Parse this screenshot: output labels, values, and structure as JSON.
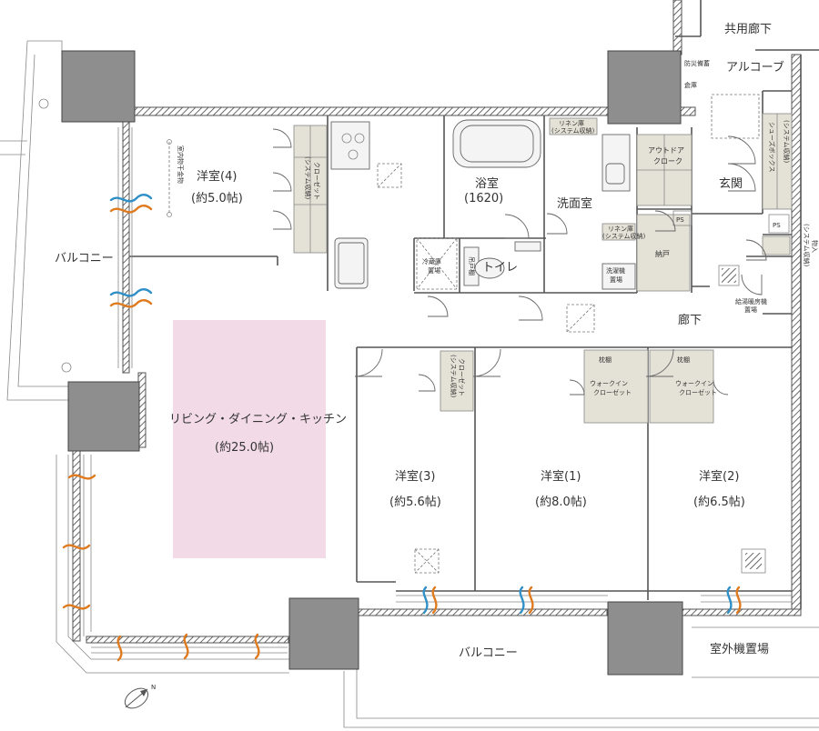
{
  "rooms": {
    "western4": {
      "name": "洋室(4)",
      "size": "(約5.0帖)"
    },
    "ldk": {
      "name": "リビング・ダイニング・キッチン",
      "size": "(約25.0帖)",
      "color": "#f2dbe6"
    },
    "western3": {
      "name": "洋室(3)",
      "size": "(約5.6帖)"
    },
    "western1": {
      "name": "洋室(1)",
      "size": "(約8.0帖)"
    },
    "western2": {
      "name": "洋室(2)",
      "size": "(約6.5帖)"
    },
    "bath": {
      "name": "浴室",
      "size": "(1620)"
    },
    "washroom": "洗面室",
    "toilet": "トイレ",
    "entrance": "玄関",
    "hallway": "廊下",
    "pantry": "納戸",
    "outdoor_cloak": [
      "アウトドア",
      "クローク"
    ]
  },
  "labels": {
    "common_corridor": "共用廊下",
    "alcove": "アルコーブ",
    "balcony_left": "バルコニー",
    "balcony_bottom": "バルコニー",
    "outdoor_unit": "室外機置場",
    "disaster_store": [
      "防災備蓄",
      "倉庫"
    ],
    "ps1": "PS",
    "ps2": "PS",
    "fridge": [
      "冷蔵庫",
      "置場"
    ],
    "laundry": [
      "洗濯機",
      "置場"
    ],
    "water_heater": [
      "給湯暖房機",
      "置場"
    ],
    "indoor_dry": "室内物干金物",
    "closet_sys": [
      "クローゼット",
      "(システム収納)"
    ],
    "linen_top": [
      "リネン庫",
      "(システム収納)"
    ],
    "linen_mid": [
      "リネン庫",
      "(システム収納)"
    ],
    "shoes_box": [
      "シューズボックス",
      "(システム収納)"
    ],
    "storage_sys": [
      "物入",
      "(システム収納)"
    ],
    "pillow_shelf": "枕棚",
    "walkin": [
      "ウォークイン",
      "クローゼット"
    ],
    "shelf_toilet": "吊戸棚"
  },
  "colors": {
    "column": "#8e8e8e",
    "storage": "#e4e2d6",
    "wind_blue": "#2f8fc7",
    "wind_orange": "#e07a1f"
  }
}
